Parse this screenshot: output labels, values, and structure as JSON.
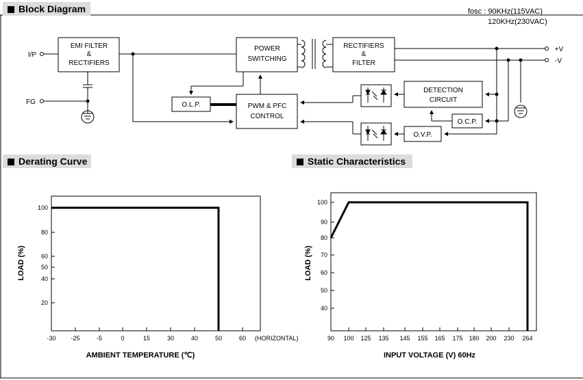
{
  "sections": {
    "block_diagram": "Block Diagram",
    "derating": "Derating Curve",
    "static": "Static Characteristics"
  },
  "fosc": {
    "line1": "fosc :  90KHz(115VAC)",
    "line2": "120KHz(230VAC)"
  },
  "block": {
    "input_label": "I/P",
    "fg_label": "FG",
    "emi_line1": "EMI FILTER",
    "emi_line2": "&",
    "emi_line3": "RECTIFIERS",
    "power_line1": "POWER",
    "power_line2": "SWITCHING",
    "rect_line1": "RECTIFIERS",
    "rect_line2": "&",
    "rect_line3": "FILTER",
    "olp": "O.L.P.",
    "pwm_line1": "PWM & PFC",
    "pwm_line2": "CONTROL",
    "detect_line1": "DETECTION",
    "detect_line2": "CIRCUIT",
    "ocp": "O.C.P.",
    "ovp": "O.V.P.",
    "out_pos": "+V",
    "out_neg": "-V"
  },
  "chart_data": [
    {
      "type": "line",
      "title": "Derating Curve",
      "xlabel": "AMBIENT TEMPERATURE (℃)",
      "ylabel": "LOAD (%)",
      "x_axis_note": "(HORIZONTAL)",
      "xlim": [
        -30,
        70
      ],
      "ylim": [
        0,
        100
      ],
      "x_ticks": [
        -30,
        -25,
        -5,
        0,
        15,
        30,
        40,
        50,
        60
      ],
      "y_ticks": [
        20,
        40,
        50,
        60,
        80,
        100
      ],
      "x": [
        -30,
        50,
        50
      ],
      "y": [
        100,
        100,
        0
      ]
    },
    {
      "type": "line",
      "title": "Static Characteristics",
      "xlabel": "INPUT VOLTAGE (V) 60Hz",
      "ylabel": "LOAD (%)",
      "xlim": [
        90,
        264
      ],
      "ylim": [
        30,
        100
      ],
      "x_ticks": [
        90,
        100,
        125,
        135,
        145,
        155,
        165,
        175,
        180,
        200,
        230,
        264
      ],
      "y_ticks": [
        40,
        50,
        60,
        70,
        80,
        90,
        100
      ],
      "x": [
        90,
        100,
        264,
        264
      ],
      "y": [
        80,
        100,
        100,
        30
      ]
    }
  ]
}
